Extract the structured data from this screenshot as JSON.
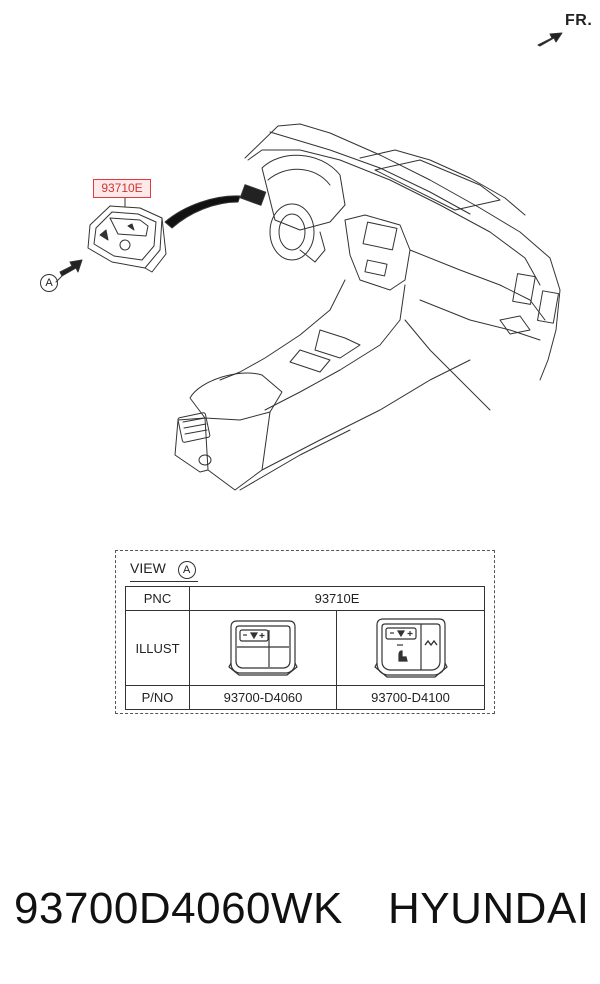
{
  "orientation": {
    "label": "FR."
  },
  "callout": {
    "pnc": "93710E",
    "view_marker": "A"
  },
  "view": {
    "title": "VIEW",
    "marker": "A",
    "table": {
      "row_labels": {
        "pnc": "PNC",
        "illust": "ILLUST",
        "pno": "P/NO"
      },
      "pnc_value": "93710E",
      "part_numbers": [
        "93700-D4060",
        "93700-D4100"
      ]
    }
  },
  "footer": {
    "part_number": "93700D4060WK",
    "brand": "HYUNDAI"
  },
  "colors": {
    "line": "#333333",
    "highlight_border": "#e23a3a",
    "highlight_fill": "#fde9ea"
  },
  "icons": [
    "direction-arrow-icon",
    "seat-heater-icon",
    "steering-heater-icon",
    "switch-module-icon"
  ]
}
